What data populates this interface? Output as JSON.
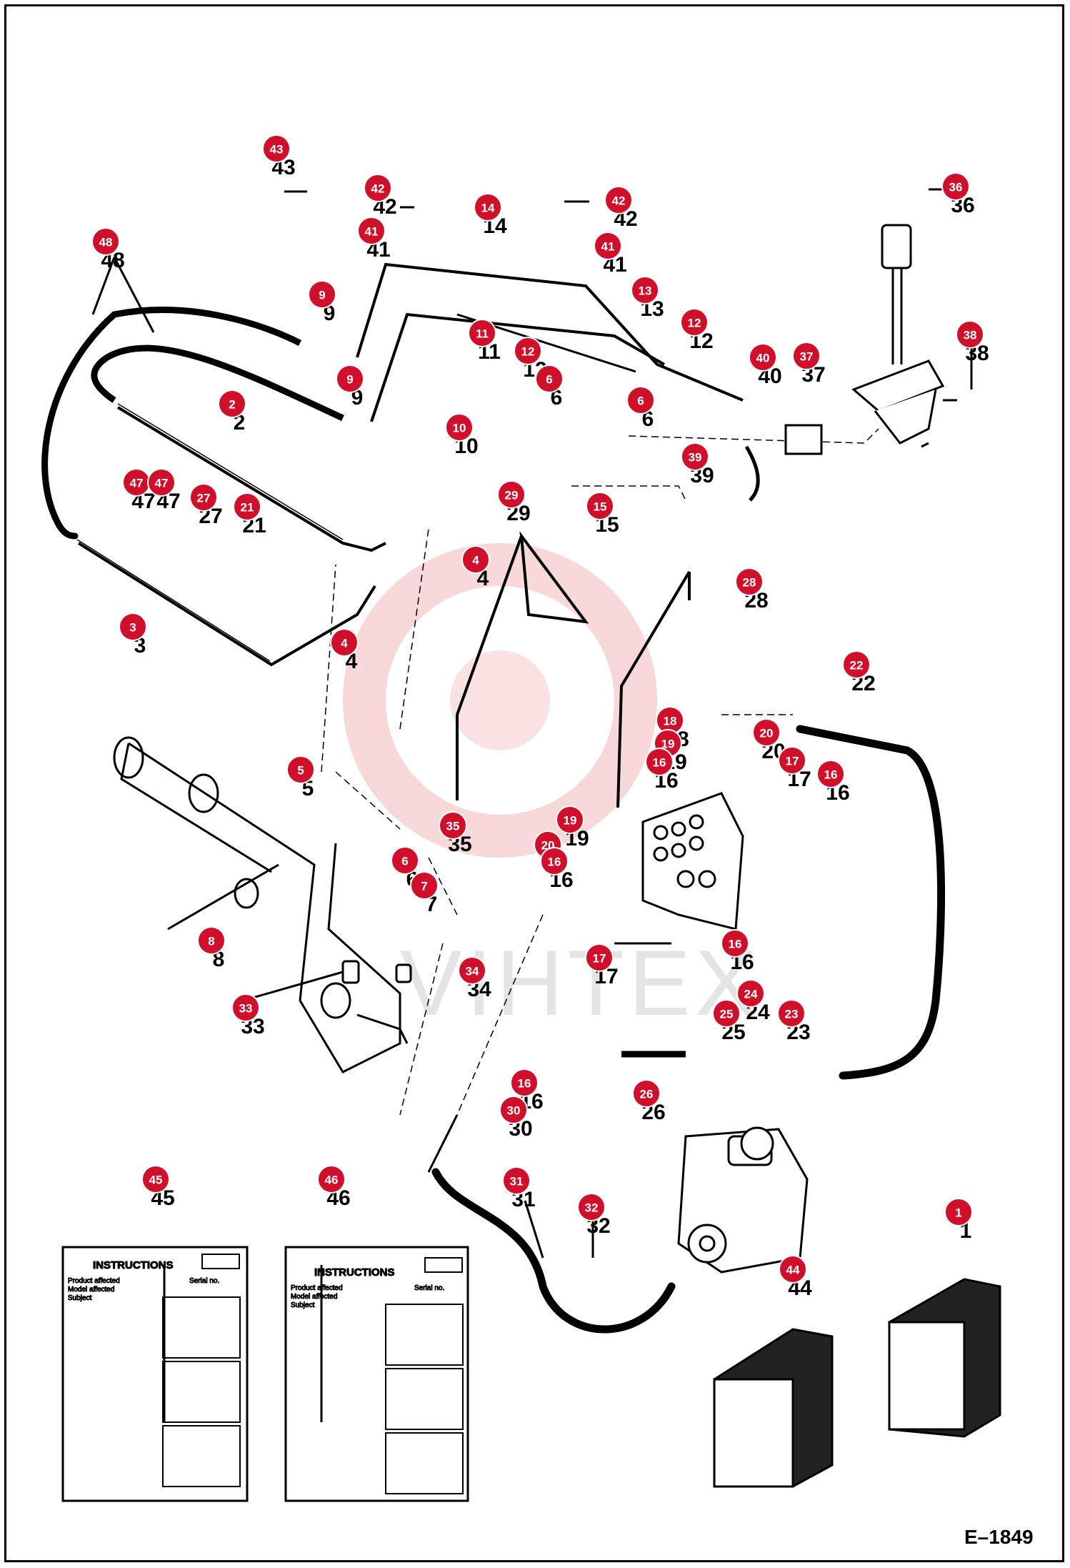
{
  "figure_code": "E–1849",
  "watermark_text": "VIHTEX",
  "instruction_sheets": [
    {
      "item": "45",
      "title": "INSTRUCTIONS",
      "lines": [
        "Product affected",
        "Model affected",
        "Subject"
      ],
      "field": "Serial no."
    },
    {
      "item": "46",
      "title": "INSTRUCTIONS",
      "lines": [
        "Product affected",
        "Model affected",
        "Subject"
      ],
      "field": "Serial no."
    }
  ],
  "accent_color": "#d0102b",
  "callouts": [
    {
      "label": "43"
    },
    {
      "label": "42"
    },
    {
      "label": "14"
    },
    {
      "label": "42"
    },
    {
      "label": "36"
    },
    {
      "label": "48"
    },
    {
      "label": "41"
    },
    {
      "label": "41"
    },
    {
      "label": "13"
    },
    {
      "label": "9"
    },
    {
      "label": "12"
    },
    {
      "label": "11"
    },
    {
      "label": "12"
    },
    {
      "label": "38"
    },
    {
      "label": "9"
    },
    {
      "label": "6"
    },
    {
      "label": "40"
    },
    {
      "label": "37"
    },
    {
      "label": "2"
    },
    {
      "label": "6"
    },
    {
      "label": "10"
    },
    {
      "label": "39"
    },
    {
      "label": "47"
    },
    {
      "label": "47"
    },
    {
      "label": "27"
    },
    {
      "label": "21"
    },
    {
      "label": "29"
    },
    {
      "label": "15"
    },
    {
      "label": "4"
    },
    {
      "label": "28"
    },
    {
      "label": "22"
    },
    {
      "label": "3"
    },
    {
      "label": "4"
    },
    {
      "label": "18"
    },
    {
      "label": "20"
    },
    {
      "label": "19"
    },
    {
      "label": "16"
    },
    {
      "label": "17"
    },
    {
      "label": "16"
    },
    {
      "label": "5"
    },
    {
      "label": "35"
    },
    {
      "label": "19"
    },
    {
      "label": "20"
    },
    {
      "label": "16"
    },
    {
      "label": "6"
    },
    {
      "label": "7"
    },
    {
      "label": "8"
    },
    {
      "label": "16"
    },
    {
      "label": "17"
    },
    {
      "label": "34"
    },
    {
      "label": "24"
    },
    {
      "label": "33"
    },
    {
      "label": "25"
    },
    {
      "label": "23"
    },
    {
      "label": "16"
    },
    {
      "label": "26"
    },
    {
      "label": "30"
    },
    {
      "label": "45"
    },
    {
      "label": "46"
    },
    {
      "label": "31"
    },
    {
      "label": "32"
    },
    {
      "label": "1"
    },
    {
      "label": "44"
    }
  ]
}
